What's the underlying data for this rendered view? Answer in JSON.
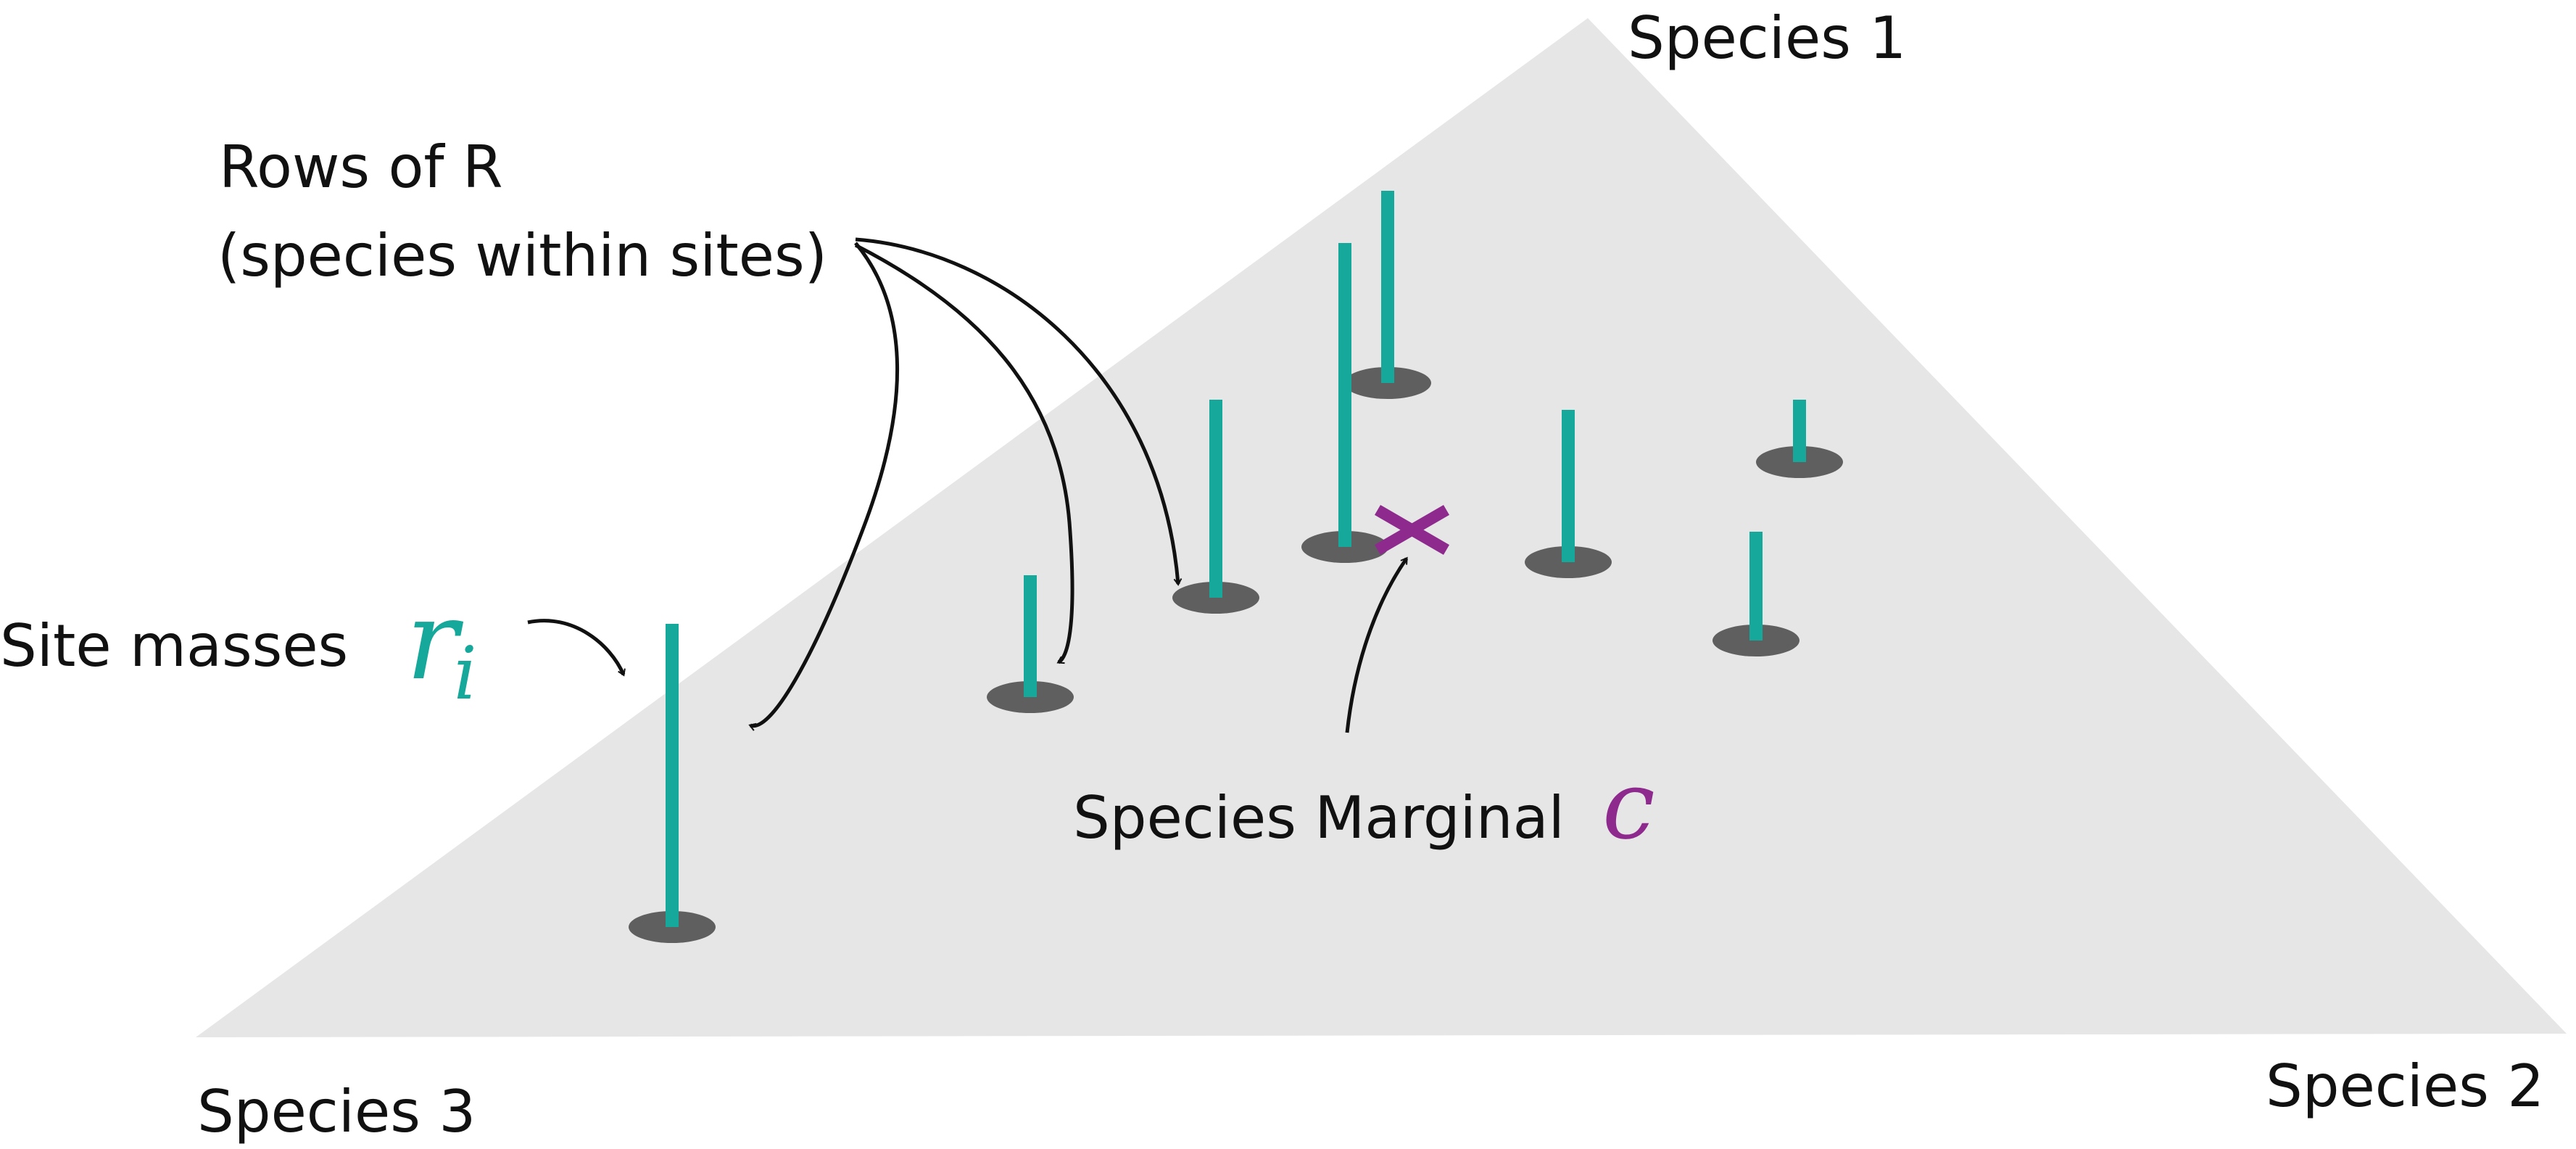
{
  "vertices": {
    "species_1": "Species 1",
    "species_2": "Species 2",
    "species_3": "Species 3"
  },
  "annotations": {
    "rows_line1": "Rows of R",
    "rows_line2": "(species within sites)",
    "site_masses": "Site masses",
    "site_masses_symbol": "r",
    "site_masses_subscript": "i",
    "marginal_label": "Species Marginal",
    "marginal_symbol": "c"
  },
  "colors": {
    "simplex_fill": "#e6e6e6",
    "site_bar": "#16a89a",
    "site_base": "#5f5f5f",
    "marginal_marker": "#8e2a8e",
    "arrow": "#111111",
    "text": "#111111"
  }
}
